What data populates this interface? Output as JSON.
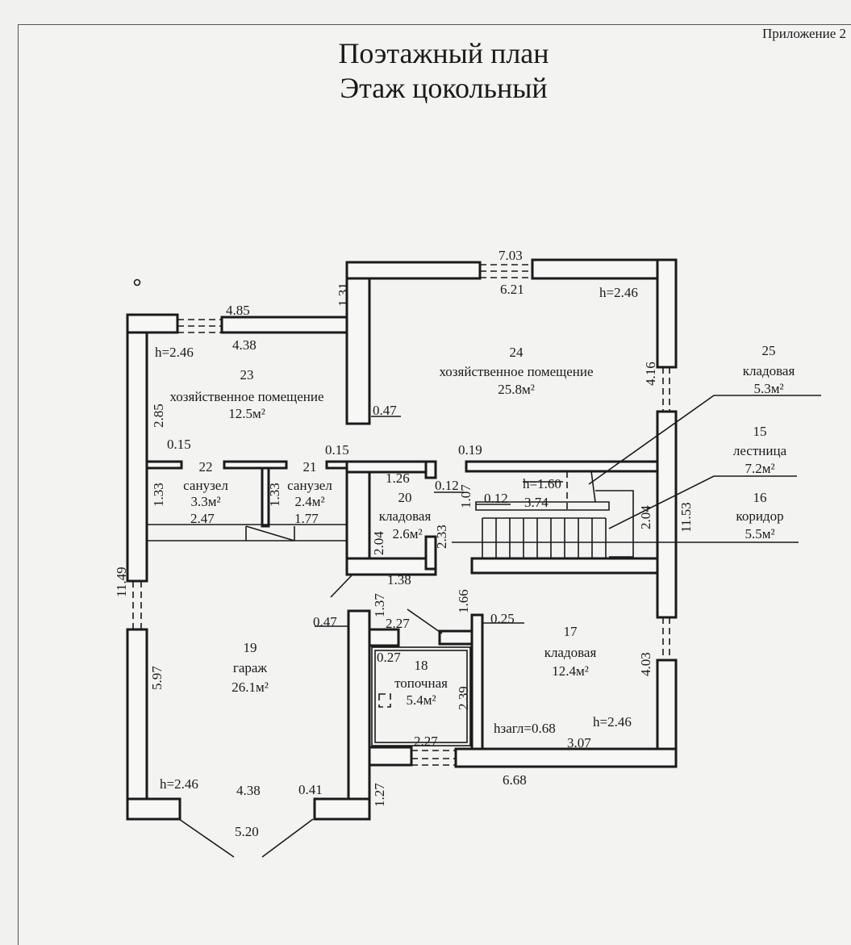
{
  "header": {
    "appendix": "Приложение 2",
    "title_line1": "Поэтажный план",
    "title_line2": "Этаж цокольный"
  },
  "rooms": [
    {
      "number": "23",
      "name": "хозяйственное помещение",
      "area": "12.5м²"
    },
    {
      "number": "24",
      "name": "хозяйственное помещение",
      "area": "25.8м²"
    },
    {
      "number": "25",
      "name": "кладовая",
      "area": "5.3м²"
    },
    {
      "number": "15",
      "name": "лестница",
      "area": "7.2м²"
    },
    {
      "number": "16",
      "name": "коридор",
      "area": "5.5м²"
    },
    {
      "number": "22",
      "name": "санузел",
      "area": "3.3м²"
    },
    {
      "number": "21",
      "name": "санузел",
      "area": "2.4м²"
    },
    {
      "number": "20",
      "name": "кладовая",
      "area": "2.6м²"
    },
    {
      "number": "19",
      "name": "гараж",
      "area": "26.1м²"
    },
    {
      "number": "18",
      "name": "топочная",
      "area": "5.4м²"
    },
    {
      "number": "17",
      "name": "кладовая",
      "area": "12.4м²"
    }
  ],
  "heights": {
    "h23": "h=2.46",
    "h24": "h=2.46",
    "h_stair": "h=1.60",
    "h19": "h=2.46",
    "h17": "h=2.46",
    "h_zagl": "hзагл=0.68"
  },
  "dims": [
    "4.85",
    "4.38",
    "1.31",
    "7.03",
    "6.21",
    "4.16",
    "0.47",
    "2.85",
    "0.15",
    "0.15",
    "0.19",
    "1.26",
    "0.12",
    "1.07",
    "0.12",
    "3.74",
    "1.33",
    "1.33",
    "2.47",
    "1.77",
    "2.04",
    "2.33",
    "2.04",
    "11.53",
    "11.49",
    "1.38",
    "1.37",
    "1.66",
    "0.47",
    "2.27",
    "0.25",
    "0.27",
    "2.39",
    "5.97",
    "4.03",
    "2.27",
    "3.07",
    "6.68",
    "4.38",
    "0.41",
    "1.27",
    "5.20"
  ]
}
